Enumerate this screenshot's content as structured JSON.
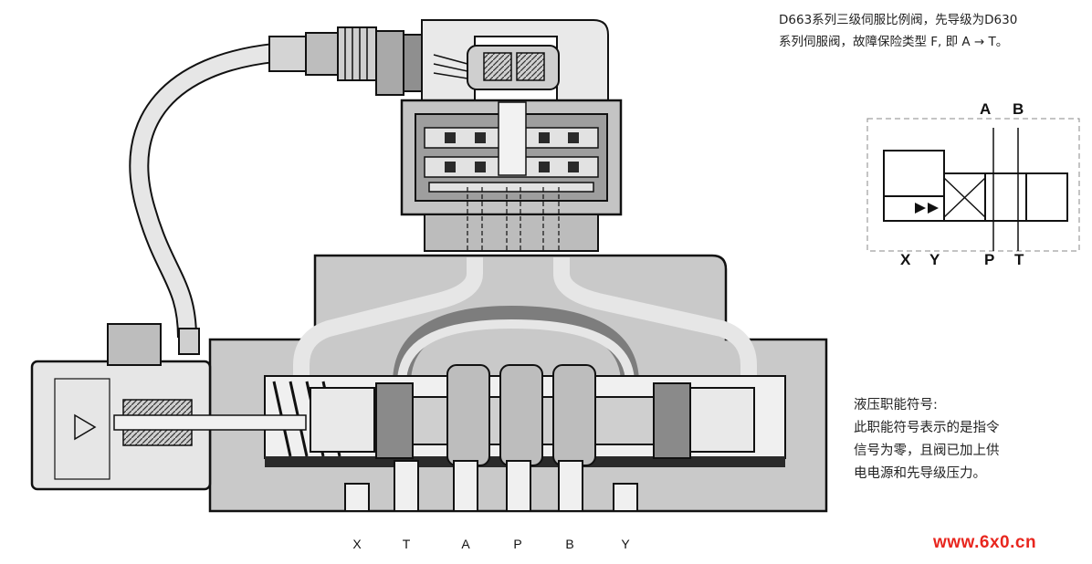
{
  "title_caption": {
    "line1": "D663系列三级伺服比例阀，先导级为D630",
    "line2": "系列伺服阀，故障保险类型 F, 即 A → T。"
  },
  "hydraulic_symbol_caption": {
    "heading": "液压职能符号:",
    "line1": "此职能符号表示的是指令",
    "line2": "信号为零，且阀已加上供",
    "line3": "电电源和先导级压力。"
  },
  "symbol_ports": {
    "A": "A",
    "B": "B",
    "X": "X",
    "Y": "Y",
    "P": "P",
    "T": "T"
  },
  "valve_ports": [
    "X",
    "T",
    "A",
    "P",
    "B",
    "Y"
  ],
  "watermark": "www.6x0.cn",
  "colors": {
    "body_gray": "#c9c9c9",
    "dark_gray": "#7d7d7d",
    "light_gray": "#e4e4e4",
    "outline": "#111111",
    "watermark_red": "#e8261e"
  }
}
